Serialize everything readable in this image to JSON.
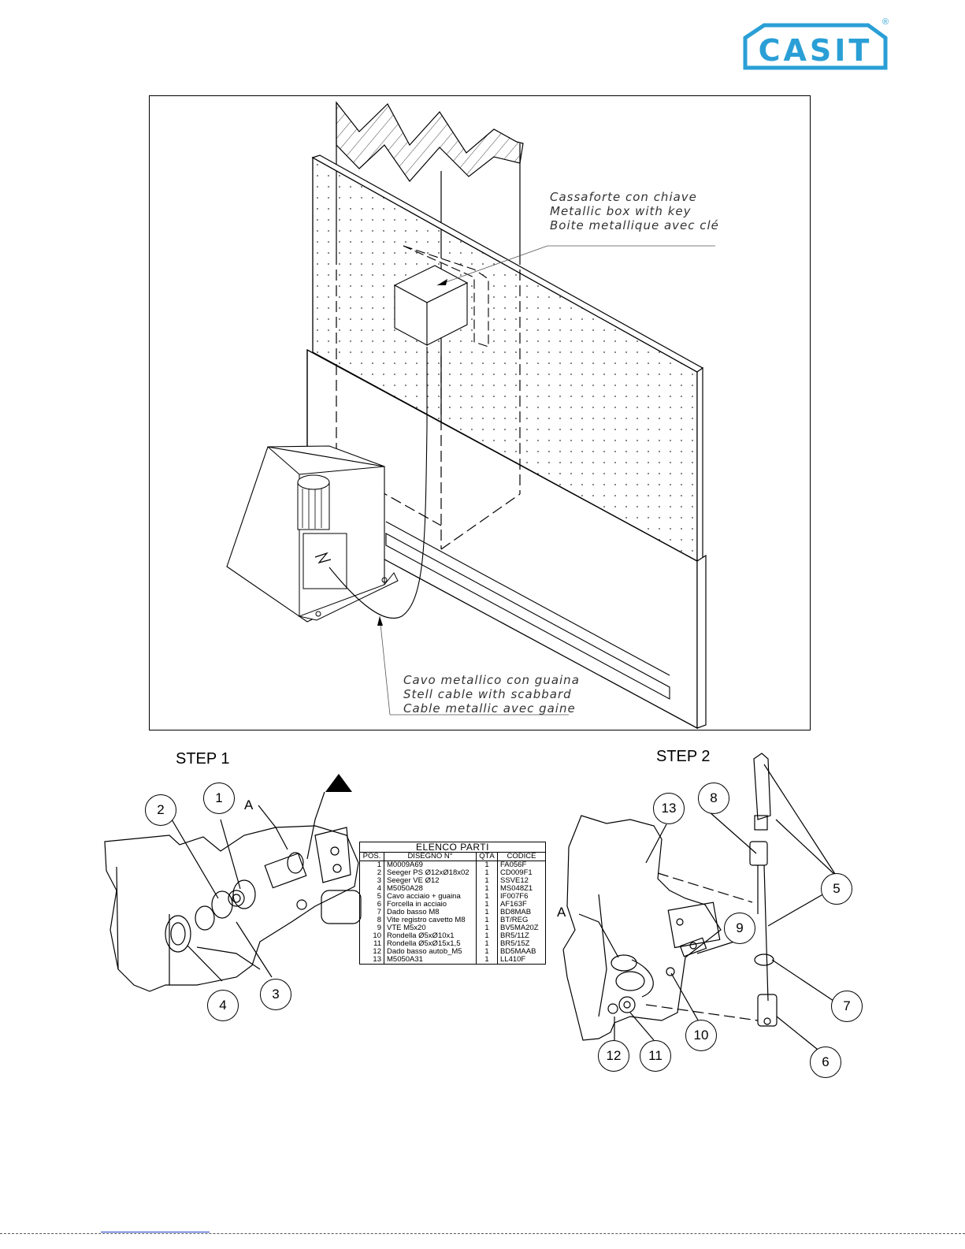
{
  "brand": {
    "logo_text": "CASIT",
    "registered_mark": "®",
    "logo_color": "#2a9fd6"
  },
  "installation_drawing": {
    "note_box": [
      "Cassaforte con chiave",
      "Metallic box with key",
      "Boite metallique avec clé"
    ],
    "note_cable": [
      "Cavo metallico con guaina",
      "Stell cable with scabbard",
      "Cable metallic avec gaine"
    ]
  },
  "step1": {
    "label": "STEP 1",
    "detail_letter": "A"
  },
  "step2": {
    "label": "STEP 2",
    "detail_letter": "A"
  },
  "parts_list": {
    "title": "ELENCO PARTI",
    "headers": [
      "POS.",
      "DISEGNO N°",
      "QTÀ",
      "CODICE"
    ],
    "rows": [
      [
        "1",
        "M0009A69",
        "1",
        "FA056F"
      ],
      [
        "2",
        "Seeger PS Ø12xØ18x02",
        "1",
        "CD009F1"
      ],
      [
        "3",
        "Seeger  VE Ø12",
        "1",
        "SSVE12"
      ],
      [
        "4",
        "M5050A28",
        "1",
        "MS048Z1"
      ],
      [
        "5",
        "Cavo acciaio + guaina",
        "1",
        "IF007F6"
      ],
      [
        "6",
        "Forcella in acciaio",
        "1",
        "AF163F"
      ],
      [
        "7",
        "Dado basso M8",
        "1",
        "BD8MAB"
      ],
      [
        "8",
        "Vite registro cavetto M8",
        "1",
        "BT/REG"
      ],
      [
        "9",
        "VTE M5x20",
        "1",
        "BV5MA20Z"
      ],
      [
        "10",
        "Rondella Ø5xØ10x1",
        "1",
        "BR5/11Z"
      ],
      [
        "11",
        "Rondella Ø5xØ15x1,5",
        "1",
        "BR5/15Z"
      ],
      [
        "12",
        "Dado basso autob_M5",
        "1",
        "BD5MAAB"
      ],
      [
        "13",
        "M5050A31",
        "1",
        "LL410F"
      ]
    ]
  },
  "balloons": [
    "1",
    "2",
    "3",
    "4",
    "5",
    "6",
    "7",
    "8",
    "9",
    "10",
    "11",
    "12",
    "13"
  ]
}
